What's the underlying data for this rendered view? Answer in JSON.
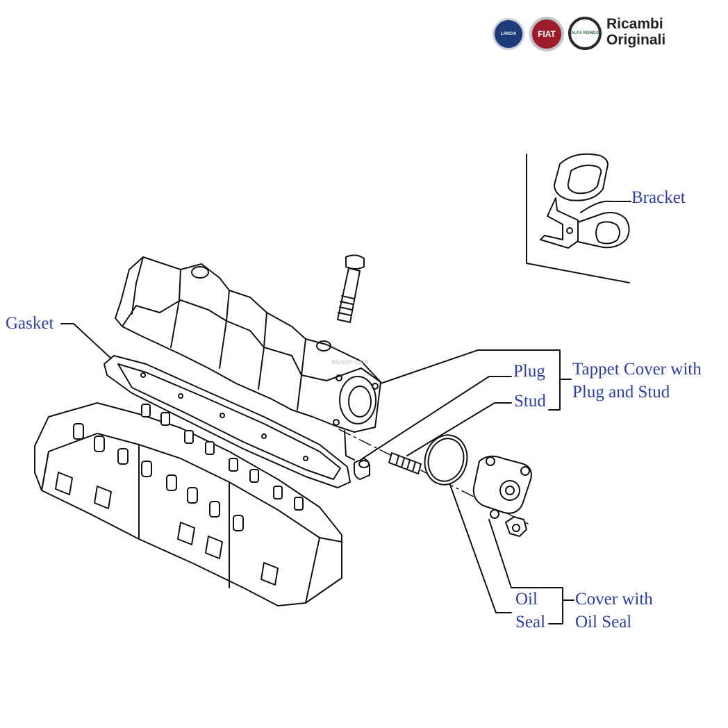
{
  "brand": {
    "line1": "Ricambi",
    "line2": "Originali",
    "logos": [
      {
        "name": "lancia-logo",
        "text": "LANCIA",
        "color": "#1f3a78"
      },
      {
        "name": "fiat-logo",
        "text": "FIAT",
        "color": "#9b1c2a"
      },
      {
        "name": "alfa-romeo-logo",
        "text": "ALFA ROMEO",
        "color": "#2f6b3a"
      }
    ]
  },
  "watermark": "9&rpm.com",
  "labels": {
    "bracket": "Bracket",
    "gasket": "Gasket",
    "plug": "Plug",
    "stud": "Stud",
    "tappet_line1": "Tappet Cover with",
    "tappet_line2": "Plug and Stud",
    "oil": "Oil",
    "seal": "Seal",
    "cover_line1": "Cover with",
    "cover_line2": "Oil Seal"
  },
  "colors": {
    "label_text": "#2f3fa0",
    "line_art": "#111111"
  }
}
